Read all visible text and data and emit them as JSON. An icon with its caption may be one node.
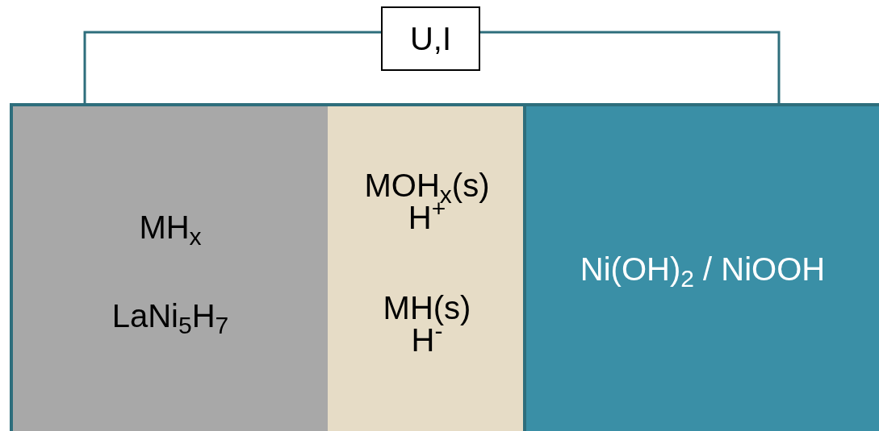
{
  "diagram": {
    "nodes": [
      {
        "text": [
          "U,I"
        ]
      },
      {
        "text": [
          "MH$_{x}$",
          "LaNi$_{5}$H$_{7}$"
        ]
      },
      {
        "text": [
          "MOH$_{x}$(s) H$^{+}$",
          "MH(s) H$^{-}$"
        ]
      },
      {
        "text": [
          "Ni(OH)$_{2}$  / NiOOH"
        ]
      }
    ],
    "edges": [
      {
        "from": 0,
        "to": 1,
        "arrow": "none"
      },
      {
        "from": 0,
        "to": 3,
        "arrow": "none"
      }
    ]
  }
}
